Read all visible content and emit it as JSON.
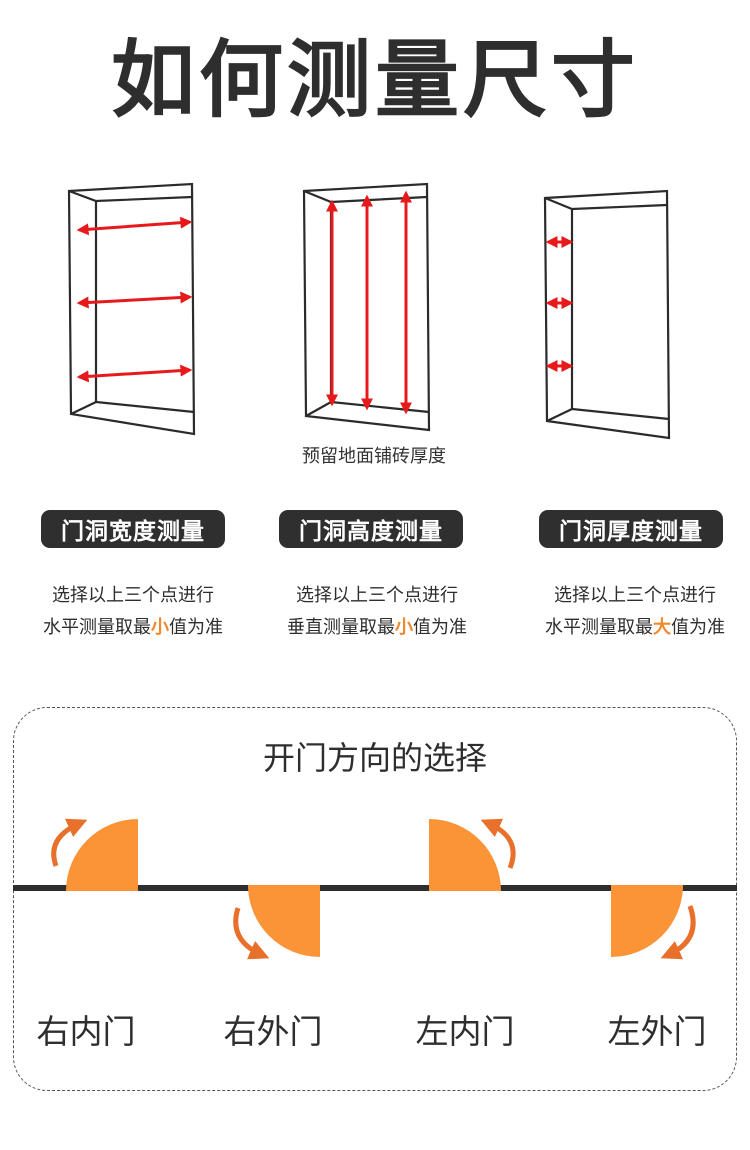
{
  "header": {
    "title": "如何测量尺寸"
  },
  "measurements": [
    {
      "label": "门洞宽度测量",
      "line1": "选择以上三个点进行",
      "line2_pre": "水平测量取最",
      "line2_highlight": "小",
      "line2_post": "值为准",
      "arrow_direction": "horizontal"
    },
    {
      "label": "门洞高度测量",
      "caption": "预留地面铺砖厚度",
      "line1": "选择以上三个点进行",
      "line2_pre": "垂直测量取最",
      "line2_highlight": "小",
      "line2_post": "值为准",
      "arrow_direction": "vertical"
    },
    {
      "label": "门洞厚度测量",
      "line1": "选择以上三个点进行",
      "line2_pre": "水平测量取最",
      "line2_highlight": "大",
      "line2_post": "值为准",
      "arrow_direction": "horizontal-short"
    }
  ],
  "door_direction": {
    "title": "开门方向的选择",
    "options": [
      {
        "label": "右内门"
      },
      {
        "label": "右外门"
      },
      {
        "label": "左内门"
      },
      {
        "label": "左外门"
      }
    ]
  },
  "colors": {
    "text": "#2e2e2e",
    "pill_bg": "#2f2f2f",
    "arrow_red": "#e8191b",
    "door_orange": "#fb9337",
    "swing_arrow": "#e8702a",
    "highlight": "#f0892b"
  }
}
